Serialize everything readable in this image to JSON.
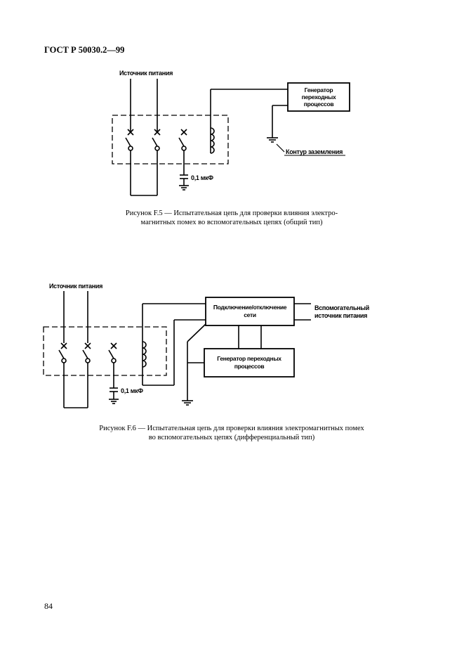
{
  "header": {
    "standard_code": "ГОСТ Р 50030.2—99"
  },
  "figure_f5": {
    "label_power_source": "Источник питания",
    "label_generator": [
      "Генератор",
      "переходных",
      "процессов"
    ],
    "label_ground_loop": "Контур заземления",
    "label_capacitor": "0,1 мкФ",
    "caption_line1": "Рисунок F.5 — Испытательная цепь для проверки влияния электро-",
    "caption_line2": "магнитных помех во вспомогательных цепях (общий тип)"
  },
  "figure_f6": {
    "label_power_source": "Источник питания",
    "label_connect": [
      "Подключение/отключение",
      "сети"
    ],
    "label_aux_source": [
      "Вспомогательный",
      "источник питания"
    ],
    "label_generator": [
      "Генератор переходных",
      "процессов"
    ],
    "label_capacitor": "0,1 мкФ",
    "caption_line1": "Рисунок F.6 — Испытательная цепь для проверки влияния электромагнитных помех",
    "caption_line2": "во вспомогательных цепях (дифференциальный тип)"
  },
  "footer": {
    "page_number": "84"
  }
}
